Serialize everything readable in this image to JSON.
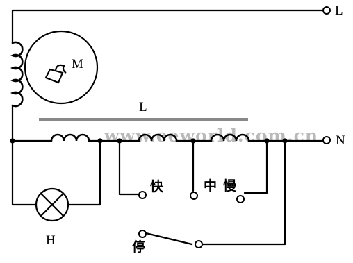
{
  "labels": {
    "line": "L",
    "neutral": "N",
    "motor": "M",
    "core": "L",
    "lamp": "H",
    "fast": "快",
    "medium": "中",
    "slow": "慢",
    "stop": "停"
  },
  "watermark": "www.eeworld.com.cn",
  "colors": {
    "ink": "#000000",
    "paper": "#ffffff",
    "core_bar": "#888888",
    "watermark": "#b9b9b9"
  }
}
